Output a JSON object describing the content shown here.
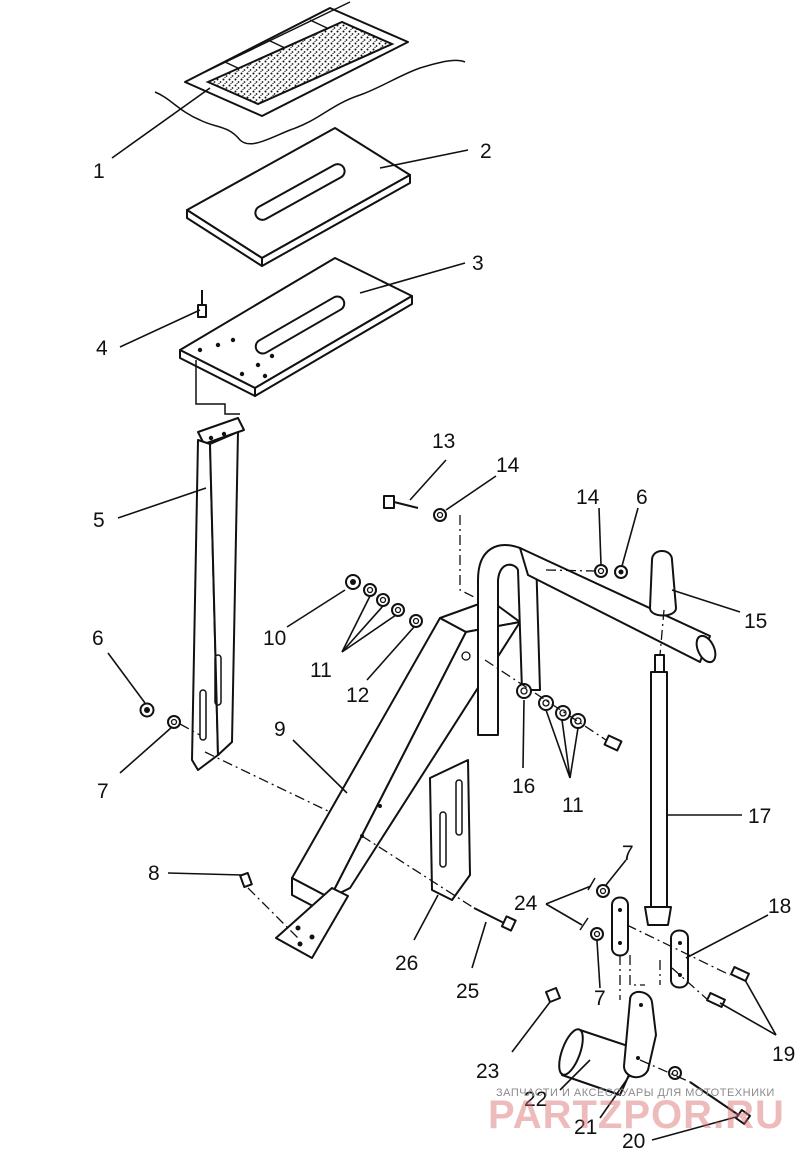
{
  "callouts": [
    {
      "id": "1",
      "label": "1"
    },
    {
      "id": "2",
      "label": "2"
    },
    {
      "id": "3",
      "label": "3"
    },
    {
      "id": "4",
      "label": "4"
    },
    {
      "id": "5",
      "label": "5"
    },
    {
      "id": "6a",
      "label": "6"
    },
    {
      "id": "6b",
      "label": "6"
    },
    {
      "id": "7a",
      "label": "7"
    },
    {
      "id": "7b",
      "label": "7"
    },
    {
      "id": "7c",
      "label": "7"
    },
    {
      "id": "8",
      "label": "8"
    },
    {
      "id": "9",
      "label": "9"
    },
    {
      "id": "10",
      "label": "10"
    },
    {
      "id": "11a",
      "label": "11"
    },
    {
      "id": "11b",
      "label": "11"
    },
    {
      "id": "12",
      "label": "12"
    },
    {
      "id": "13",
      "label": "13"
    },
    {
      "id": "14a",
      "label": "14"
    },
    {
      "id": "14b",
      "label": "14"
    },
    {
      "id": "15",
      "label": "15"
    },
    {
      "id": "16",
      "label": "16"
    },
    {
      "id": "17",
      "label": "17"
    },
    {
      "id": "18",
      "label": "18"
    },
    {
      "id": "19",
      "label": "19"
    },
    {
      "id": "20",
      "label": "20"
    },
    {
      "id": "21",
      "label": "21"
    },
    {
      "id": "22",
      "label": "22"
    },
    {
      "id": "23",
      "label": "23"
    },
    {
      "id": "24",
      "label": "24"
    },
    {
      "id": "25",
      "label": "25"
    },
    {
      "id": "26",
      "label": "26"
    }
  ],
  "watermark": {
    "tagline": "ЗАПЧАСТИ И АКСЕССУАРЫ ДЛЯ МОТОТЕХНИКИ",
    "brand": "PARTZPOR.RU"
  }
}
